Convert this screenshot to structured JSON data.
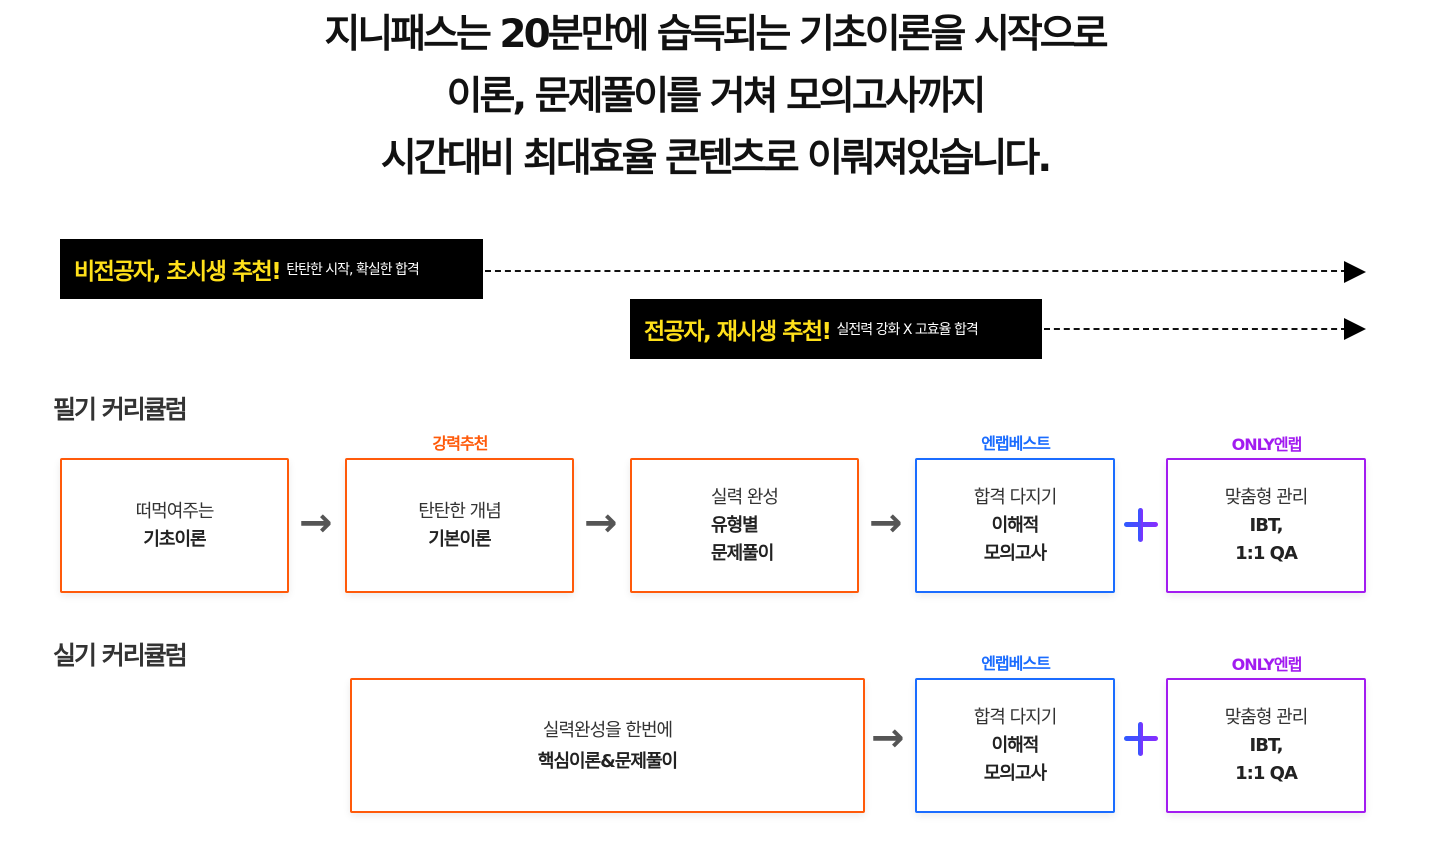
{
  "headline": [
    "지니패스는 20분만에 습득되는 기초이론을 시작으로",
    "이론, 문제풀이를 거쳐 모의고사까지",
    "시간대비 최대효율 콘텐츠로 이뤄져있습니다."
  ],
  "tags": [
    {
      "highlight": "비전공자, 초시생 추천!",
      "sub": "탄탄한 시작, 확실한 합격"
    },
    {
      "highlight": "전공자, 재시생 추천!",
      "sub": "실전력 강화 X 고효율 합격"
    }
  ],
  "written": {
    "title": "필기 커리큘럼",
    "steps": [
      {
        "label": "",
        "lines": [
          "떠먹여주는",
          "기초이론"
        ]
      },
      {
        "label": "강력추천",
        "lines": [
          "탄탄한 개념",
          "기본이론"
        ]
      },
      {
        "label": "",
        "lines": [
          "실력 완성",
          "유형별",
          "문제풀이"
        ]
      },
      {
        "label": "엔랩베스트",
        "lines": [
          "합격 다지기",
          "이해적",
          "모의고사"
        ]
      },
      {
        "label": "ONLY엔랩",
        "lines": [
          "맞춤형 관리",
          "IBT,",
          "1:1 QA"
        ]
      }
    ]
  },
  "practical": {
    "title": "실기 커리큘럼",
    "steps": [
      {
        "label": "",
        "lines": [
          "실력완성을 한번에",
          "핵심이론&문제풀이"
        ]
      },
      {
        "label": "엔랩베스트",
        "lines": [
          "합격 다지기",
          "이해적",
          "모의고사"
        ]
      },
      {
        "label": "ONLY엔랩",
        "lines": [
          "맞춤형 관리",
          "IBT,",
          "1:1 QA"
        ]
      }
    ]
  },
  "colors": {
    "orange": "#ff5a0a",
    "blue": "#1a6cff",
    "purple": "#a21cf0",
    "yellow": "#ffe01a"
  }
}
